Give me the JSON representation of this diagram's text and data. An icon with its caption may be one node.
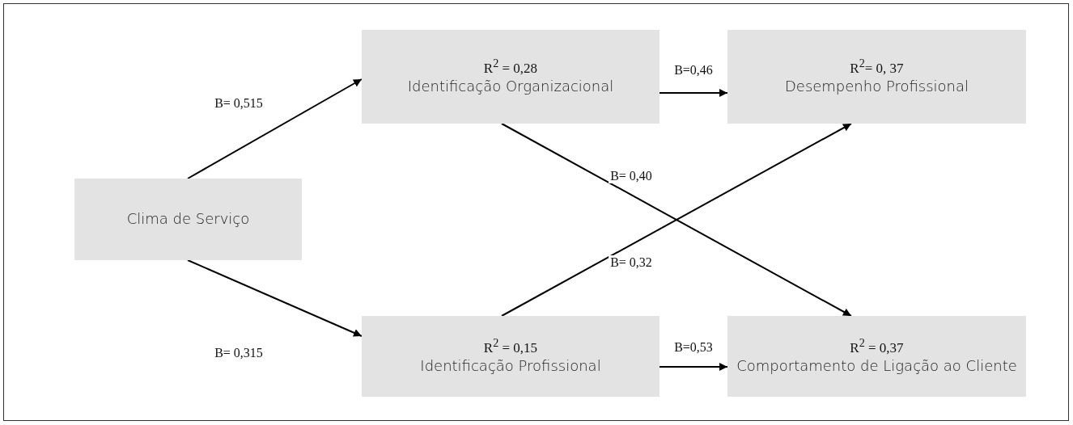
{
  "diagram": {
    "nodes": [
      {
        "text": [
          "R$^{2}$ =  0,28",
          "Identificação Organizacional"
        ]
      },
      {
        "text": [
          "R$^{2}$= 0, 37",
          "Desempenho Profissional"
        ]
      },
      {
        "text": [
          "Clima de Serviço"
        ]
      },
      {
        "text": [
          "R$^{2}$ = 0,15",
          "Identificação Profissional"
        ]
      },
      {
        "text": [
          "R$^{2}$ =  0,37",
          "Comportamento de Ligação ao Cliente"
        ]
      }
    ],
    "edges": [
      {
        "from": 2,
        "to": 0,
        "arrow": "to",
        "label": "B= 0,515"
      },
      {
        "from": 0,
        "to": 1,
        "arrow": "to",
        "label": "B=0,46"
      },
      {
        "from": 0,
        "to": 4,
        "arrow": "to",
        "label": "B= 0,40"
      },
      {
        "from": 3,
        "to": 1,
        "arrow": "to",
        "label": "B= 0,32"
      },
      {
        "from": 2,
        "to": 3,
        "arrow": "to",
        "label": "B= 0,315"
      },
      {
        "from": 3,
        "to": 4,
        "arrow": "to",
        "label": "B=0,53"
      }
    ]
  }
}
